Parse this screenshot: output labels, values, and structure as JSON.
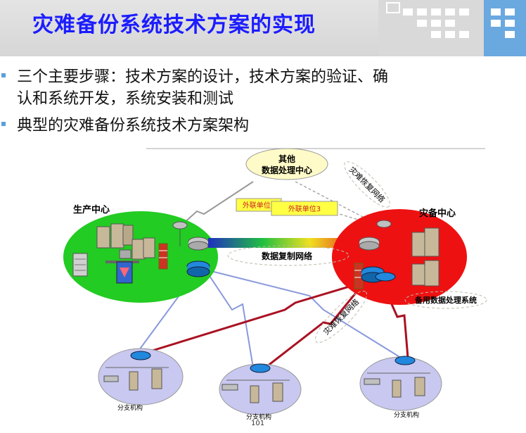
{
  "title": "灾难备份系统技术方案的实现",
  "bullets": [
    {
      "lines": [
        "三个主要步骤：技术方案的设计，技术方案的验证、确",
        "认和系统开发，系统安装和测试"
      ]
    },
    {
      "lines": [
        "典型的灾难备份系统技术方案架构"
      ]
    }
  ],
  "diagram": {
    "production_center": "生产中心",
    "disaster_center": "灾备中心",
    "other_center_line1": "其他",
    "other_center_line2": "数据处理中心",
    "external_unit_2": "外联单位2",
    "external_unit_3": "外联单位3",
    "data_replication_network": "数据复制网络",
    "recovery_network_top": "灾难恢复网络",
    "recovery_network_bottom": "灾难恢复网络",
    "backup_system": "备用数据处理系统",
    "branch_1": "分支机构",
    "branch_2": "分支机构",
    "branch_3": "分支机构"
  },
  "page_number": "101",
  "colors": {
    "title": "#1c1cff",
    "production_fill": "#22cc22",
    "disaster_fill": "#ee1111",
    "branch_fill": "#c8c8f0",
    "other_center_fill": "#fffbc8",
    "external_fill": "#ffff44"
  }
}
